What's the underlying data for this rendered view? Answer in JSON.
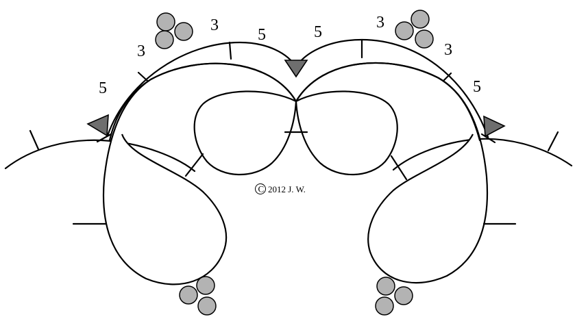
{
  "labels": {
    "left_outer_3": "3",
    "left_upper_3": "3",
    "left_center_5": "5",
    "left_side_5": "5",
    "right_center_5": "5",
    "right_upper_3": "3",
    "right_outer_3": "3",
    "right_side_5": "5"
  },
  "copyright": {
    "symbol": "©",
    "text": "2012 J. W."
  },
  "colors": {
    "circle_fill": "#b3b3b3",
    "triangle_fill": "#6e6e6e",
    "stroke": "#000000",
    "background": "#ffffff"
  }
}
